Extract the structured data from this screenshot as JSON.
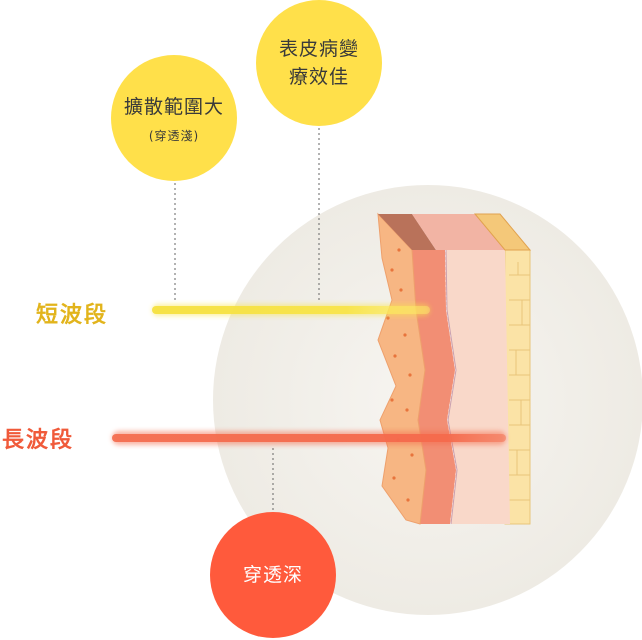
{
  "bubbles": {
    "diffusion": {
      "line1": "擴散範圍大",
      "sub": "(穿透淺)"
    },
    "epidermis": {
      "line1": "表皮病變",
      "line2": "療效佳"
    },
    "penetration": {
      "line1": "穿透深"
    }
  },
  "waves": {
    "short": {
      "label": "短波段"
    },
    "long": {
      "label": "長波段"
    }
  },
  "colors": {
    "yellow_bubble": "#ffe04a",
    "red_bubble": "#ff5a3c",
    "short_wave": "#f2d43a",
    "long_wave": "#f4664a",
    "short_label": "#e2b41c",
    "long_label": "#f05a3a",
    "background_circle": "#f1efe9",
    "skin_epidermis": "#f4b27a",
    "skin_dermis": "#f6c9b5",
    "skin_fat": "#fbe3a6",
    "skin_top": "#b9725a"
  }
}
